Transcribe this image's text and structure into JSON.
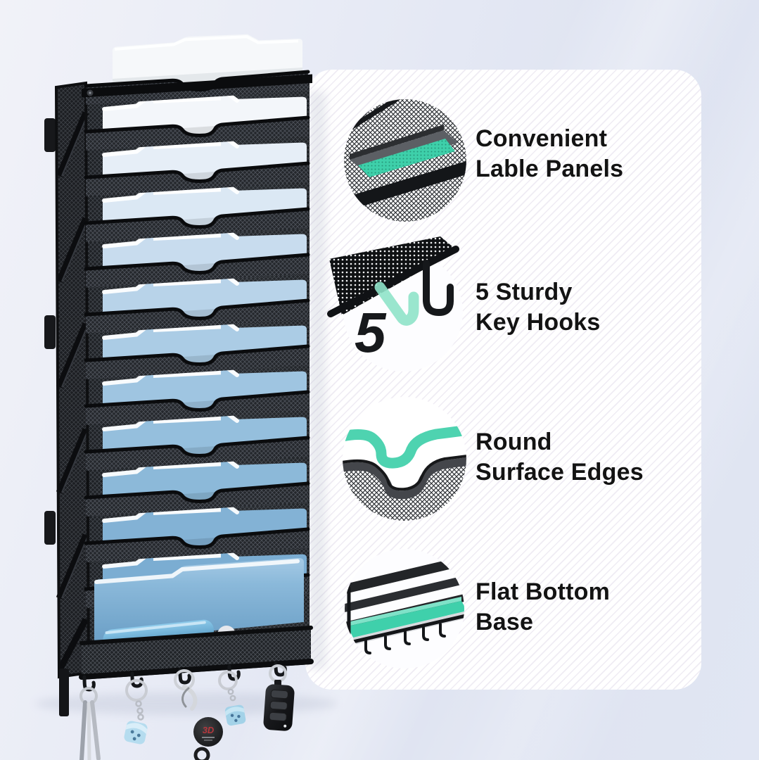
{
  "page": {
    "background_color": "#e3e7f3",
    "card_color": "#ffffff",
    "accent_teal": "#41d0ac",
    "mesh_black": "#17181a",
    "folder_blue": "#8ab8d9",
    "text_color": "#131313"
  },
  "product": {
    "description": "black mesh wall-mounted hanging file organizer with cascading folder pockets, bottom storage tray and key hooks",
    "folders": "white and light blue file folders",
    "hanging_items": [
      "silver keys",
      "light blue dice keychain",
      "black round 3D tag keychain",
      "light blue dice keychain",
      "black car key fob"
    ]
  },
  "keychain_tag": {
    "label": "3D"
  },
  "features": [
    {
      "icon": "label-panel-detail",
      "line1": "Convenient",
      "line2": "Lable Panels"
    },
    {
      "icon": "key-hooks-detail",
      "line1": "5 Sturdy",
      "line2": "Key Hooks",
      "badge": "5"
    },
    {
      "icon": "round-edges-detail",
      "line1": "Round",
      "line2": "Surface Edges"
    },
    {
      "icon": "flat-base-detail",
      "line1": "Flat Bottom",
      "line2": "Base"
    }
  ]
}
